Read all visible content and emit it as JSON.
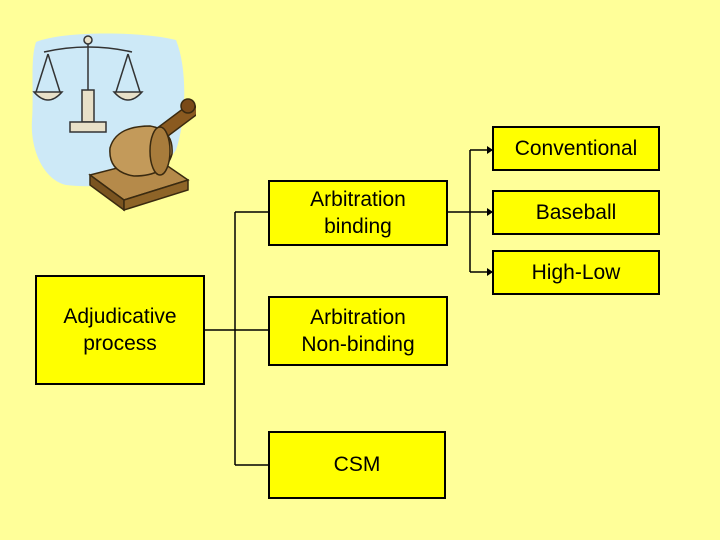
{
  "diagram": {
    "root": {
      "label": "Adjudicative\nprocess"
    },
    "branches": [
      {
        "label": "Arbitration\nbinding"
      },
      {
        "label": "Arbitration\nNon-binding"
      },
      {
        "label": "CSM"
      }
    ],
    "binding_types": [
      {
        "label": "Conventional"
      },
      {
        "label": "Baseball"
      },
      {
        "label": "High-Low"
      }
    ]
  },
  "clipart": {
    "icon": "scales-and-gavel-icon"
  },
  "colors": {
    "background": "#ffff99",
    "box_fill": "#ffff00",
    "border": "#000000"
  }
}
